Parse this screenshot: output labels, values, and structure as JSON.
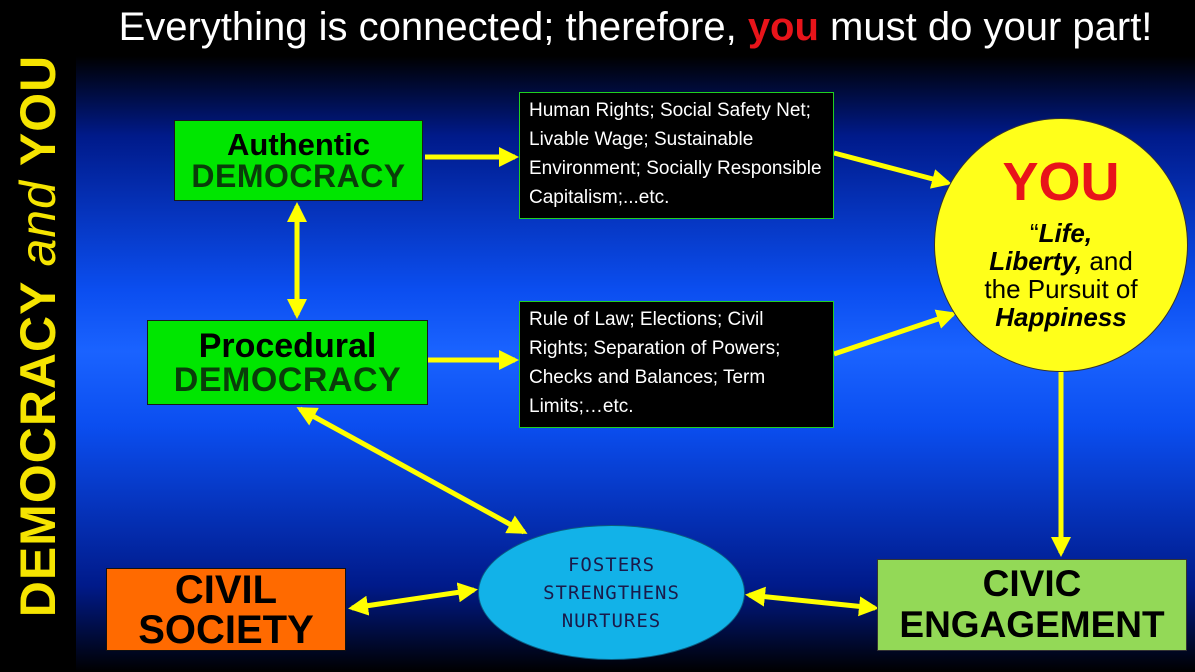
{
  "side_label": {
    "part1": "DEMOCRACY ",
    "part2": "and",
    "part3": " YOU"
  },
  "title": {
    "before": "Everything is connected; therefore, ",
    "emphasis": "you",
    "after": " must do your part!"
  },
  "authentic": {
    "line1": "Authentic",
    "line2": "DEMOCRACY"
  },
  "procedural": {
    "line1": "Procedural",
    "line2": "DEMOCRACY"
  },
  "authentic_outcomes": "Human Rights; Social Safety Net; Livable Wage; Sustainable Environment; Socially Responsible Capitalism;...etc.",
  "procedural_outcomes": "Rule of Law; Elections; Civil Rights; Separation of Powers; Checks and Balances; Term Limits;…etc.",
  "you": {
    "title": "YOU",
    "quote_open": "“",
    "life": "Life,",
    "liberty": "Liberty,",
    "and": " and",
    "pursuit": "the Pursuit of",
    "happiness": "Happiness"
  },
  "civil_society": {
    "line1": "CIVIL",
    "line2": "SOCIETY"
  },
  "civic_engagement": {
    "line1": "CIVIC",
    "line2": "ENGAGEMENT"
  },
  "oval": {
    "line1": "FOSTERS",
    "line2": "STRENGTHENS",
    "line3": "NURTURES"
  },
  "colors": {
    "yellow": "#ffff00",
    "green": "#00e600",
    "red": "#e8141a",
    "orange": "#ff6a00",
    "light_green": "#93d957",
    "oval_blue": "#12b2e8"
  }
}
